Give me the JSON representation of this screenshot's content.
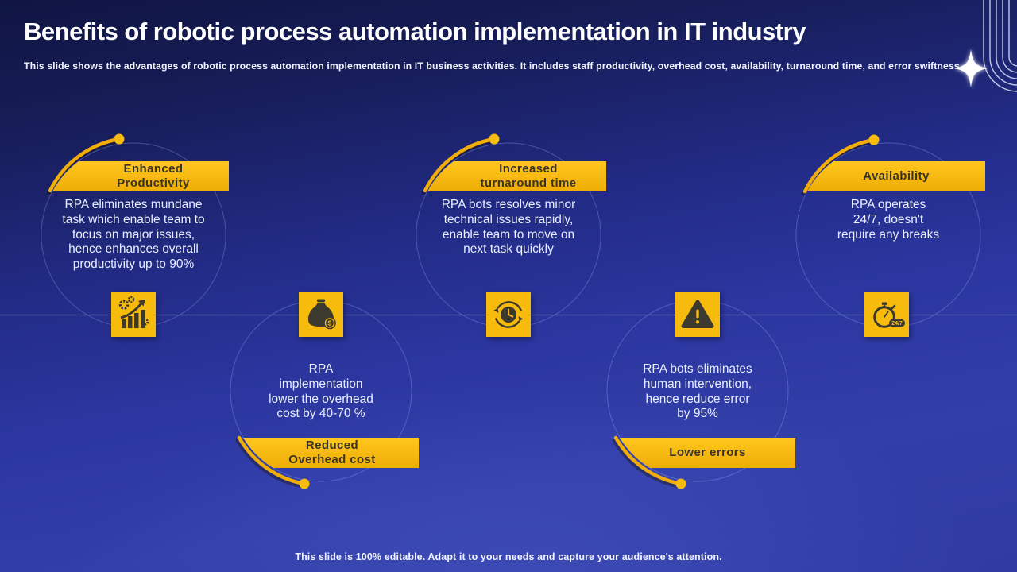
{
  "slide": {
    "title": "Benefits of robotic process automation implementation in IT industry",
    "subtitle": "This slide shows the advantages of robotic process automation implementation in IT business activities. It includes staff productivity, overhead cost, availability, turnaround time, and error swiftness.",
    "footer": "This slide is 100% editable. Adapt it to your needs and capture your audience's attention."
  },
  "colors": {
    "accent_gold": "#F7BB0E",
    "arc_gold": "#F2AE06",
    "banner_text": "#3A3425",
    "body_text": "#E9EEFB",
    "background_top": "#101543",
    "background_bottom": "#333FA9",
    "icon_glyph": "#3C3A2F"
  },
  "benefits": [
    {
      "label": "Enhanced\nProductivity",
      "description": "RPA eliminates mundane\ntask which enable team to\nfocus on major issues,\nhence enhances overall\nproductivity up to 90%",
      "icon": "growth-chart-icon",
      "position": "top"
    },
    {
      "label": "Reduced\nOverhead cost",
      "description": "RPA\nimplementation\nlower the overhead\ncost by 40-70 %",
      "icon": "money-bag-icon",
      "icon_text": "$",
      "position": "bottom"
    },
    {
      "label": "Increased\nturnaround time",
      "description": "RPA bots resolves minor\ntechnical issues rapidly,\nenable team to move on\nnext task quickly",
      "icon": "clock-refresh-icon",
      "position": "top"
    },
    {
      "label": "Lower errors",
      "description": "RPA bots eliminates\nhuman intervention,\nhence reduce error\nby 95%",
      "icon": "warning-icon",
      "position": "bottom"
    },
    {
      "label": "Availability",
      "description": "RPA operates\n24/7, doesn't\nrequire any breaks",
      "icon": "stopwatch-icon",
      "icon_badge": "24/7",
      "position": "top"
    }
  ]
}
